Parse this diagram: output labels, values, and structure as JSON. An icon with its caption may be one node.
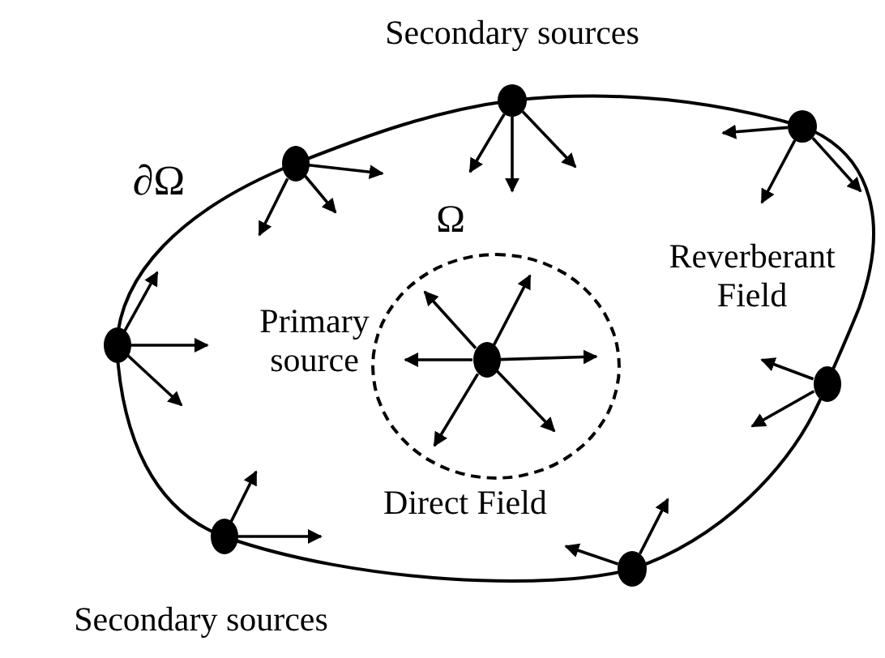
{
  "diagram": {
    "nodes": [
      {
        "text": [],
        "shape": "circle"
      },
      {
        "text": [],
        "shape": "circle",
        "in": 0
      },
      {
        "text": [],
        "shape": "circle"
      },
      {
        "text": [],
        "shape": "circle"
      },
      {
        "text": [],
        "shape": "circle"
      },
      {
        "text": [],
        "shape": "circle"
      },
      {
        "text": [],
        "shape": "circle"
      },
      {
        "text": [],
        "shape": "circle"
      },
      {
        "text": [],
        "shape": "circle"
      }
    ],
    "edges": [
      {
        "from": 2,
        "to": null,
        "arrow": "to"
      },
      {
        "from": 2,
        "to": null,
        "arrow": "to"
      },
      {
        "from": 2,
        "to": null,
        "arrow": "to"
      },
      {
        "from": 3,
        "to": null,
        "arrow": "to"
      },
      {
        "from": 3,
        "to": null,
        "arrow": "to"
      },
      {
        "from": 3,
        "to": null,
        "arrow": "to"
      },
      {
        "from": 4,
        "to": null,
        "arrow": "to"
      },
      {
        "from": 4,
        "to": null,
        "arrow": "to"
      },
      {
        "from": 4,
        "to": null,
        "arrow": "to"
      },
      {
        "from": 5,
        "to": null,
        "arrow": "to"
      },
      {
        "from": 5,
        "to": null,
        "arrow": "to"
      },
      {
        "from": 5,
        "to": null,
        "arrow": "to"
      },
      {
        "from": 1,
        "to": null,
        "arrow": "to"
      },
      {
        "from": 1,
        "to": null,
        "arrow": "to"
      },
      {
        "from": 1,
        "to": null,
        "arrow": "to"
      },
      {
        "from": 1,
        "to": null,
        "arrow": "to"
      },
      {
        "from": 1,
        "to": null,
        "arrow": "to"
      },
      {
        "from": 1,
        "to": null,
        "arrow": "to"
      },
      {
        "from": 6,
        "to": null,
        "arrow": "to"
      },
      {
        "from": 6,
        "to": null,
        "arrow": "to"
      },
      {
        "from": 7,
        "to": null,
        "arrow": "to"
      },
      {
        "from": 7,
        "to": null,
        "arrow": "to"
      },
      {
        "from": 8,
        "to": null,
        "arrow": "to"
      },
      {
        "from": 8,
        "to": null,
        "arrow": "to"
      }
    ],
    "labels": [
      "Secondary sources",
      "∂Ω",
      "Ω",
      "Reverberant Field",
      "Primary source",
      "Direct Field",
      "Secondary sources"
    ]
  }
}
